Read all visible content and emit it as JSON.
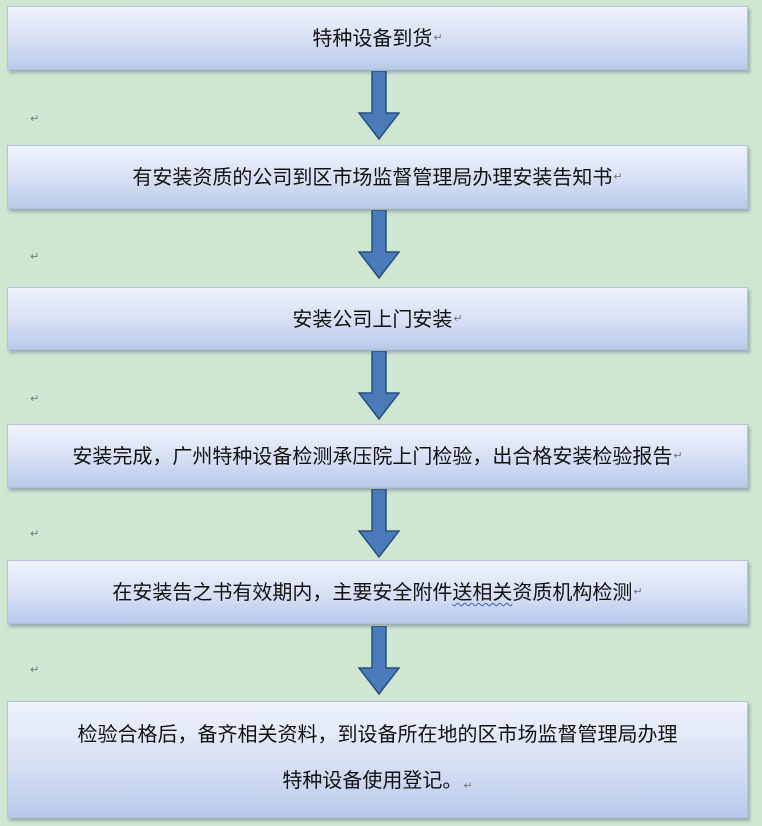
{
  "steps": [
    {
      "text": "特种设备到货",
      "mark": "↵"
    },
    {
      "text": "有安装资质的公司到区市场监督管理局办理安装告知书",
      "mark": "↵"
    },
    {
      "text": "安装公司上门安装",
      "mark": "↵"
    },
    {
      "text": "安装完成，广州特种设备检测承压院上门检验，出合格安装检验报告",
      "mark": "↵"
    },
    {
      "before": "在安装告之书有效期内，主要安全附件",
      "wavy": "送相关",
      "after": "资质机构检测",
      "mark": "↵"
    },
    {
      "line1": "检验合格后，备齐相关资料，到设备所在地的区市场监督管理局办理",
      "line2": "特种设备使用登记。",
      "mark": "↵"
    }
  ],
  "paragraph_mark": "↵",
  "colors": {
    "background": "#cfe7d0",
    "box_top": "#eef2fb",
    "box_bottom": "#b9c9ea",
    "arrow_fill": "#4a7ab8",
    "arrow_stroke": "#2a4f80"
  }
}
